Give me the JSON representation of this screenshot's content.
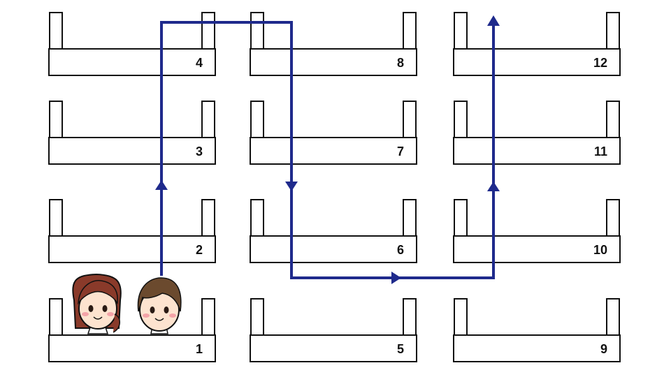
{
  "desks": [
    {
      "label": "1"
    },
    {
      "label": "2"
    },
    {
      "label": "3"
    },
    {
      "label": "4"
    },
    {
      "label": "5"
    },
    {
      "label": "6"
    },
    {
      "label": "7"
    },
    {
      "label": "8"
    },
    {
      "label": "9"
    },
    {
      "label": "10"
    },
    {
      "label": "11"
    },
    {
      "label": "12"
    }
  ],
  "colors": {
    "route": "#1f2a8c",
    "outline": "#111111",
    "girl_hair": "#8a3a2a",
    "boy_hair": "#6b4a2e",
    "skin": "#fde3cf",
    "cheek": "#f4a3a8"
  },
  "figures": [
    "girl-character",
    "boy-character"
  ]
}
